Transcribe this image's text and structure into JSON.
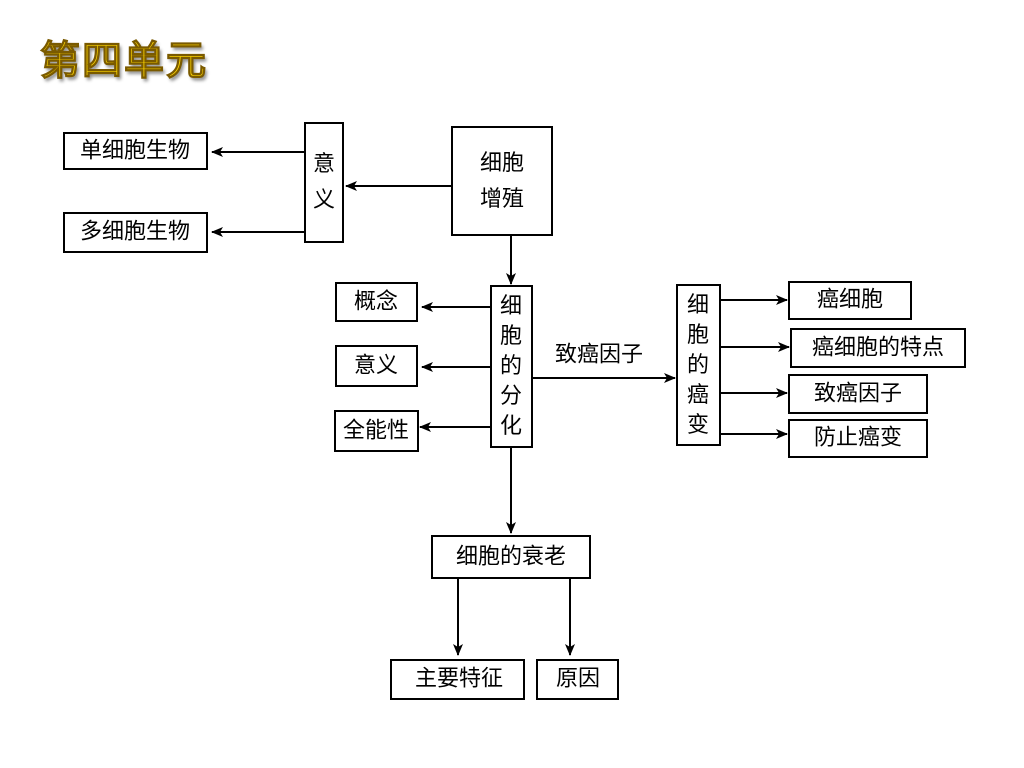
{
  "slide": {
    "title": "第四单元",
    "title_color": "#ffd700"
  },
  "diagram": {
    "nodes": {
      "cell_proliferation": "细胞增殖",
      "significance": "意义",
      "unicellular": "单细胞生物",
      "multicellular": "多细胞生物",
      "differentiation": "细胞的分化",
      "concept": "概念",
      "diff_significance": "意义",
      "totipotency": "全能性",
      "cancer_transformation": "细胞的癌变",
      "cancer_cell": "癌细胞",
      "cancer_cell_features": "癌细胞的特点",
      "carcinogens": "致癌因子",
      "cancer_prevention": "防止癌变",
      "aging": "细胞的衰老",
      "main_features": "主要特征",
      "causes": "原因"
    },
    "edge_labels": {
      "carcinogen_factor": "致癌因子"
    }
  }
}
